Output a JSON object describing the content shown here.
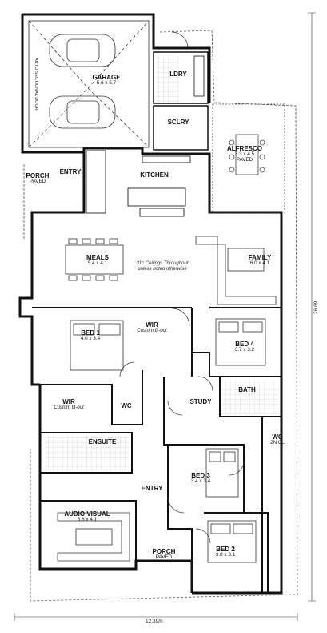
{
  "rooms": {
    "garage": {
      "name": "GARAGE",
      "dims": "5.6 x 5.7"
    },
    "ldry": {
      "name": "LDRY"
    },
    "sclry": {
      "name": "SCLRY"
    },
    "alfresco": {
      "name": "ALFRESCO",
      "dims": "3.3 x 4.5",
      "note": "PAVED"
    },
    "porch_side": {
      "name": "PORCH",
      "note": "PAVED"
    },
    "entry_top": {
      "name": "ENTRY"
    },
    "kitchen": {
      "name": "KITCHEN"
    },
    "meals": {
      "name": "MEALS",
      "dims": "5.4 x 4.1"
    },
    "family": {
      "name": "FAMILY",
      "dims": "6.0 x 4.1"
    },
    "bed1": {
      "name": "BED 1",
      "dims": "4.0 x 3.4"
    },
    "wir1": {
      "name": "WIR",
      "note": "Custom fit-out"
    },
    "bed4": {
      "name": "BED 4",
      "dims": "3.7 x 3.2"
    },
    "wir2": {
      "name": "WIR",
      "note": "Custom fit-out"
    },
    "wc1": {
      "name": "WC"
    },
    "study": {
      "name": "STUDY"
    },
    "bath": {
      "name": "BATH"
    },
    "wc2": {
      "name": "WC",
      "note": "2N CL"
    },
    "ensuite": {
      "name": "ENSUITE"
    },
    "bed3": {
      "name": "BED 3",
      "dims": "3.4 x 3.4"
    },
    "entry_main": {
      "name": "ENTRY"
    },
    "audio_visual": {
      "name": "AUDIO VISUAL",
      "dims": "3.8 x 4.1"
    },
    "porch_front": {
      "name": "PORCH",
      "note": "PAVED"
    },
    "bed2": {
      "name": "BED 2",
      "dims": "3.8 x 3.1"
    }
  },
  "notes": {
    "ceilings": "31c Ceilings Throughout unless noted otherwise",
    "garage_door": "AUTO SECTIONAL DOOR"
  },
  "dimensions": {
    "width": "12.39m",
    "depth": "26.69"
  },
  "colors": {
    "wall": "#111111",
    "line": "#333333",
    "tile": "#bbbbbb",
    "background": "#ffffff"
  }
}
